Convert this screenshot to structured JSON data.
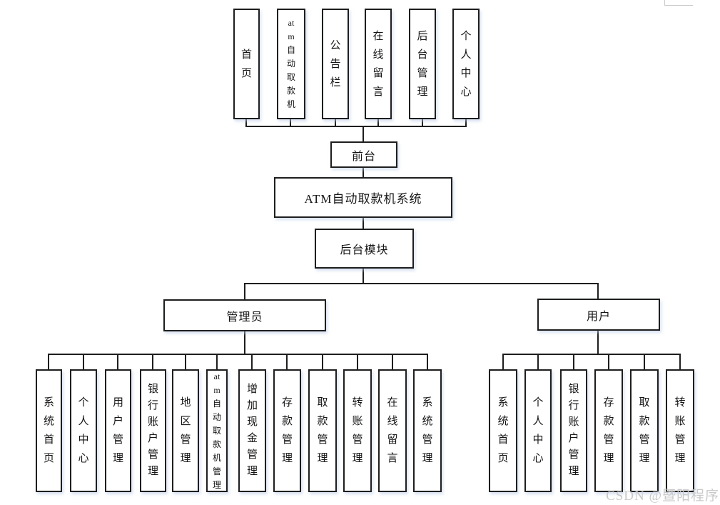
{
  "title": "ATM自动取款机系统",
  "watermark": "CSDN @暨阳程序",
  "colors": {
    "line": "#1e1e1e",
    "box_fill": "#ffffff",
    "text": "#151515",
    "watermark": "#c9c9c9"
  },
  "front": {
    "label": "前台",
    "children": [
      "首页",
      "atm自动取款机",
      "公告栏",
      "在线留言",
      "后台管理",
      "个人中心"
    ]
  },
  "backend": {
    "label": "后台模块"
  },
  "admin": {
    "label": "管理员",
    "children": [
      "系统首页",
      "个人中心",
      "用户管理",
      "银行账户管理",
      "地区管理",
      "atm自动取款机管理",
      "增加现金管理",
      "存款管理",
      "取款管理",
      "转账管理",
      "在线留言",
      "系统管理"
    ]
  },
  "user": {
    "label": "用户",
    "children": [
      "系统首页",
      "个人中心",
      "银行账户管理",
      "存款管理",
      "取款管理",
      "转账管理"
    ]
  }
}
